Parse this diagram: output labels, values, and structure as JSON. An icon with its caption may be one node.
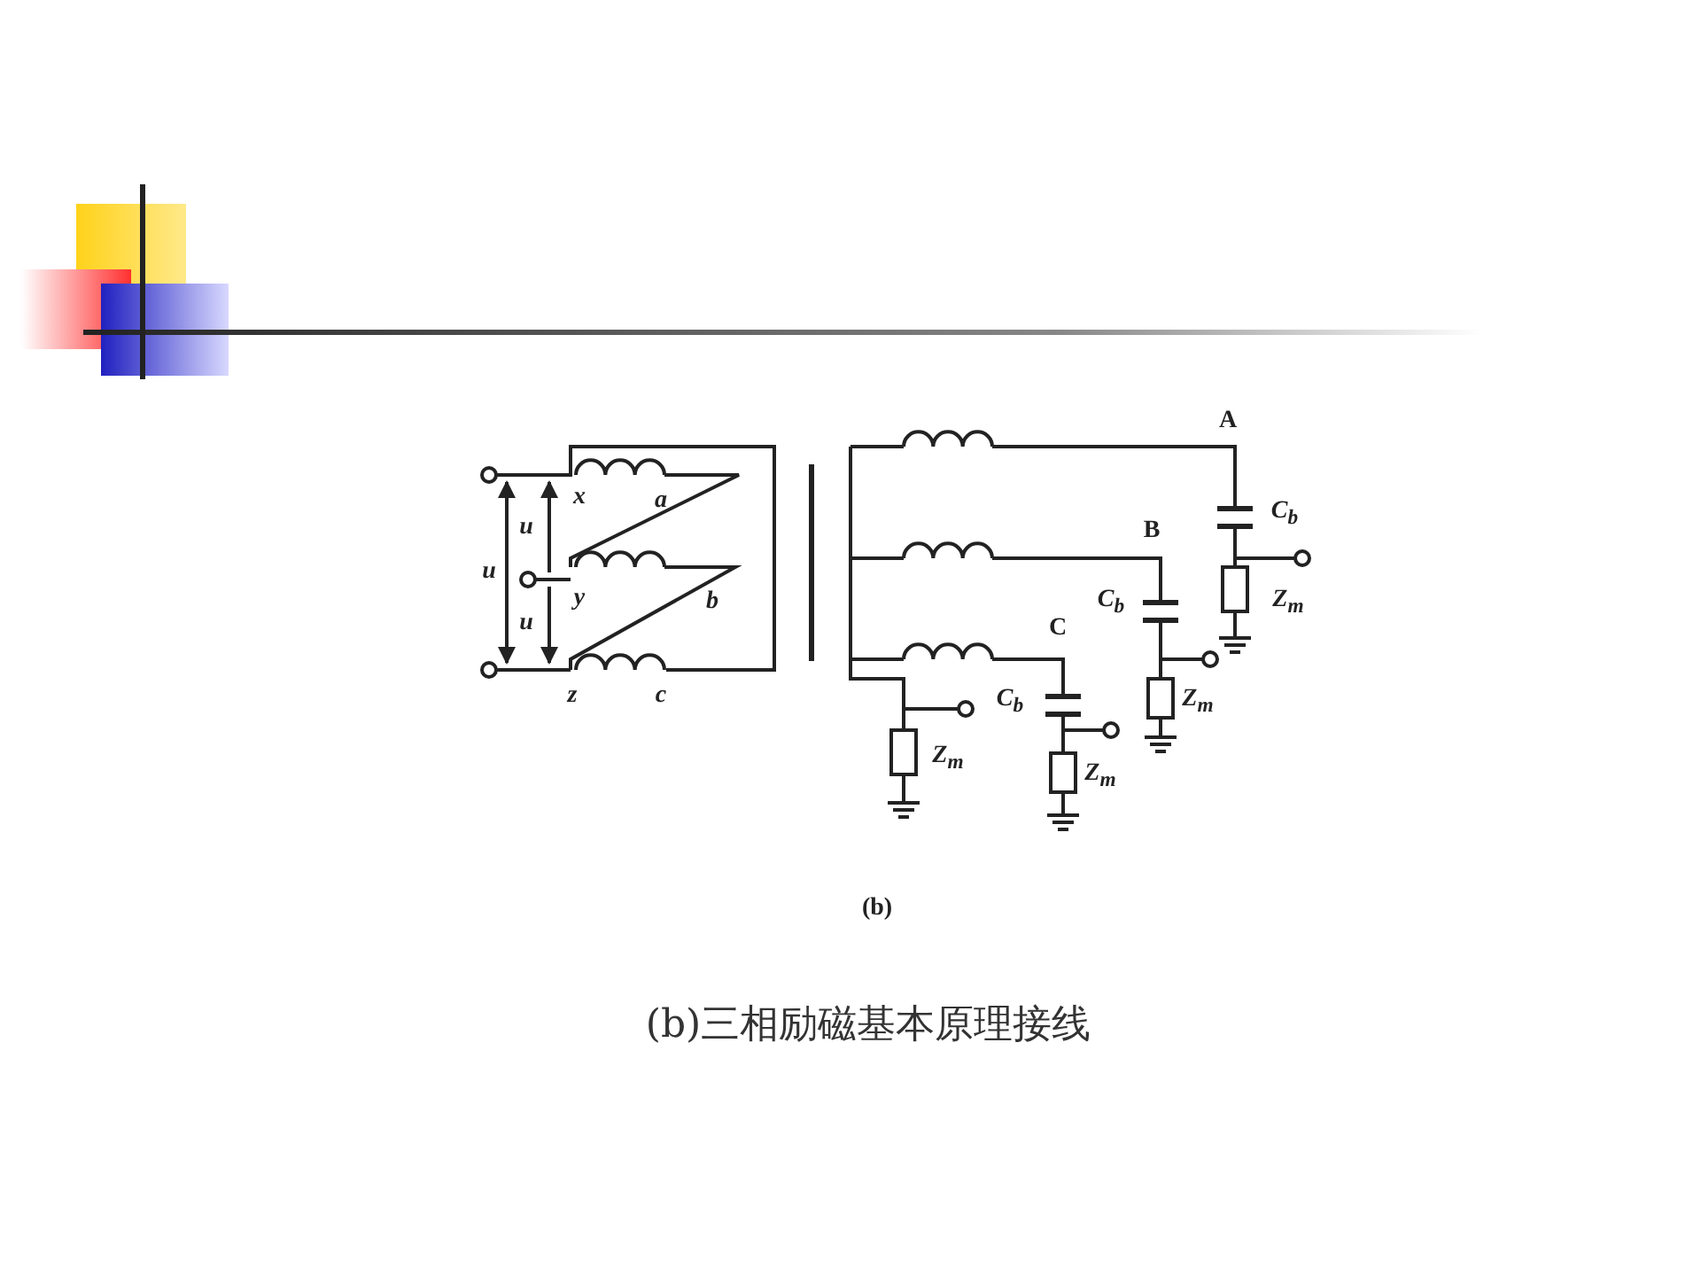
{
  "diagram": {
    "caption": "(b)三相励磁基本原理接线",
    "labels": [
      "A",
      "x",
      "a",
      "C$_{b}$",
      "u",
      "B",
      "u",
      "y",
      "b",
      "C$_{b}$",
      "Z$_{m}$",
      "u",
      "C",
      "z",
      "c",
      "C$_{b}$",
      "Z$_{m}$",
      "Z$_{m}$",
      "Z$_{m}$",
      "(b)"
    ]
  }
}
